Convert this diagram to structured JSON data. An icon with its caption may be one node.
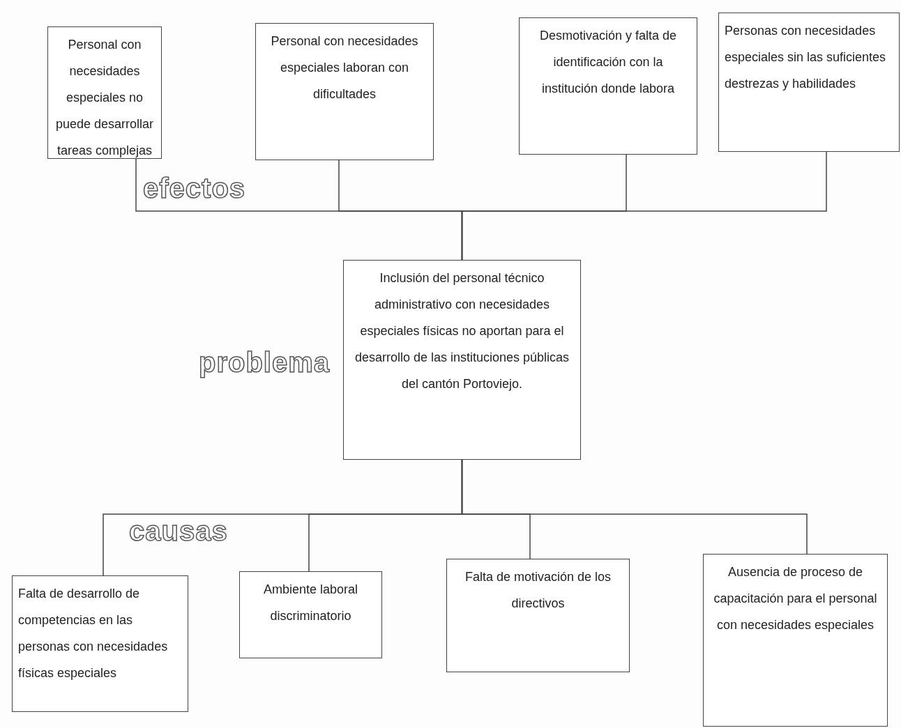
{
  "diagram": {
    "nodes": [
      {
        "text": [
          "Personal con necesidades especiales no puede desarrollar tareas complejas"
        ]
      },
      {
        "text": [
          "Personal con necesidades especiales laboran con dificultades"
        ]
      },
      {
        "text": [
          "Desmotivación y falta de identificación con la institución donde labora"
        ]
      },
      {
        "text": [
          "Personas con necesidades especiales sin las suficientes destrezas y habilidades"
        ]
      },
      {
        "text": [
          "Inclusión del personal técnico administrativo con necesidades especiales físicas no aportan para el desarrollo de las instituciones públicas del cantón Portoviejo."
        ]
      },
      {
        "text": [
          "Falta de desarrollo de competencias en las personas con necesidades físicas especiales"
        ]
      },
      {
        "text": [
          "Ambiente laboral discriminatorio"
        ]
      },
      {
        "text": [
          "Falta de motivación de los directivos"
        ]
      },
      {
        "text": [
          "Ausencia de proceso de capacitación para el personal con necesidades especiales"
        ]
      }
    ],
    "edges": [
      {
        "from": 4,
        "to": 0,
        "arrow": "none"
      },
      {
        "from": 4,
        "to": 1,
        "arrow": "none"
      },
      {
        "from": 4,
        "to": 2,
        "arrow": "none"
      },
      {
        "from": 4,
        "to": 3,
        "arrow": "none"
      },
      {
        "from": 4,
        "to": 5,
        "arrow": "none"
      },
      {
        "from": 4,
        "to": 6,
        "arrow": "none"
      },
      {
        "from": 4,
        "to": 7,
        "arrow": "none"
      },
      {
        "from": 4,
        "to": 8,
        "arrow": "none"
      }
    ],
    "labels": [
      "efectos",
      "problema",
      "causas"
    ]
  }
}
